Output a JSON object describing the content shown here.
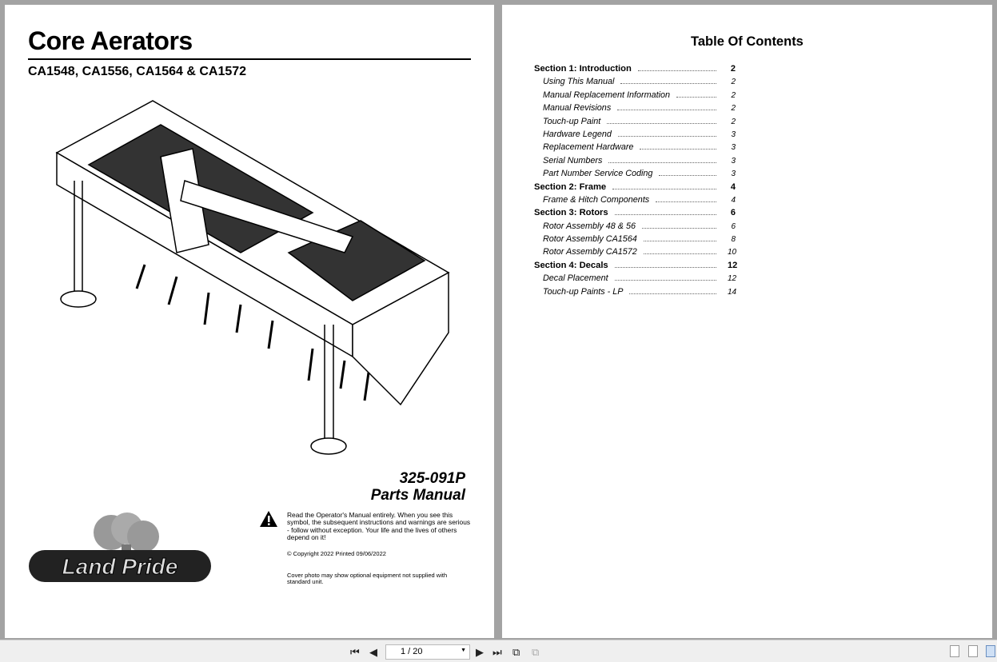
{
  "left_page": {
    "title": "Core Aerators",
    "models": "CA1548, CA1556, CA1564 & CA1572",
    "part_number": "325-091P",
    "doc_type": "Parts Manual",
    "warning": "Read the Operator's Manual entirely. When you see this symbol, the subsequent instructions and warnings are serious - follow without exception. Your life and the lives of others depend on it!",
    "copyright": "© Copyright 2022 Printed 09/06/2022",
    "cover_note": "Cover photo may show optional equipment not supplied with standard unit.",
    "logo_text": "Land Pride"
  },
  "right_page": {
    "toc_title": "Table Of Contents",
    "entries": [
      {
        "label": "Section 1: Introduction",
        "page": "2",
        "level": "sec"
      },
      {
        "label": "Using This Manual",
        "page": "2",
        "level": "sub"
      },
      {
        "label": "Manual Replacement Information",
        "page": "2",
        "level": "sub"
      },
      {
        "label": "Manual Revisions",
        "page": "2",
        "level": "sub"
      },
      {
        "label": "Touch-up Paint",
        "page": "2",
        "level": "sub"
      },
      {
        "label": "Hardware Legend",
        "page": "3",
        "level": "sub"
      },
      {
        "label": "Replacement Hardware",
        "page": "3",
        "level": "sub"
      },
      {
        "label": "Serial Numbers",
        "page": "3",
        "level": "sub"
      },
      {
        "label": "Part Number Service Coding",
        "page": "3",
        "level": "sub"
      },
      {
        "label": "Section 2: Frame",
        "page": "4",
        "level": "sec"
      },
      {
        "label": "Frame & Hitch Components",
        "page": "4",
        "level": "sub"
      },
      {
        "label": "Section 3: Rotors",
        "page": "6",
        "level": "sec"
      },
      {
        "label": "Rotor Assembly 48 & 56",
        "page": "6",
        "level": "sub"
      },
      {
        "label": "Rotor Assembly CA1564",
        "page": "8",
        "level": "sub"
      },
      {
        "label": "Rotor Assembly CA1572",
        "page": "10",
        "level": "sub"
      },
      {
        "label": "Section 4: Decals",
        "page": "12",
        "level": "sec"
      },
      {
        "label": "Decal Placement",
        "page": "12",
        "level": "sub"
      },
      {
        "label": "Touch-up Paints - LP",
        "page": "14",
        "level": "sub"
      }
    ]
  },
  "toolbar": {
    "page_indicator": "1 / 20",
    "current_page": 1,
    "total_pages": 20
  }
}
